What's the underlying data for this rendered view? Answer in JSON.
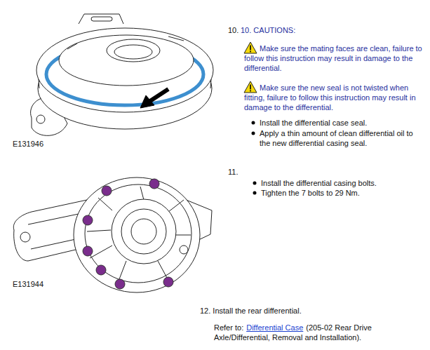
{
  "diagram": {
    "labels": [
      "E131946",
      "10.",
      "10. CAUTIONS:",
      "Make sure the mating faces are clean, failure to follow this instruction may result in damage to the differential.",
      "Make sure the new seal is not twisted when fitting, failure to follow this instruction may result in damage to the differential.",
      "Install the differential case seal.",
      "Apply a thin amount of clean differential oil to the new differential casing seal.",
      "E131944",
      "11.",
      "Install the differential casing bolts.",
      "Tighten the 7 bolts to 29 Nm.",
      "12. Install the rear differential.",
      "Refer to:",
      "Differential Case",
      "(205-02 Rear Drive Axle/Differential, Removal and Installation)."
    ]
  }
}
